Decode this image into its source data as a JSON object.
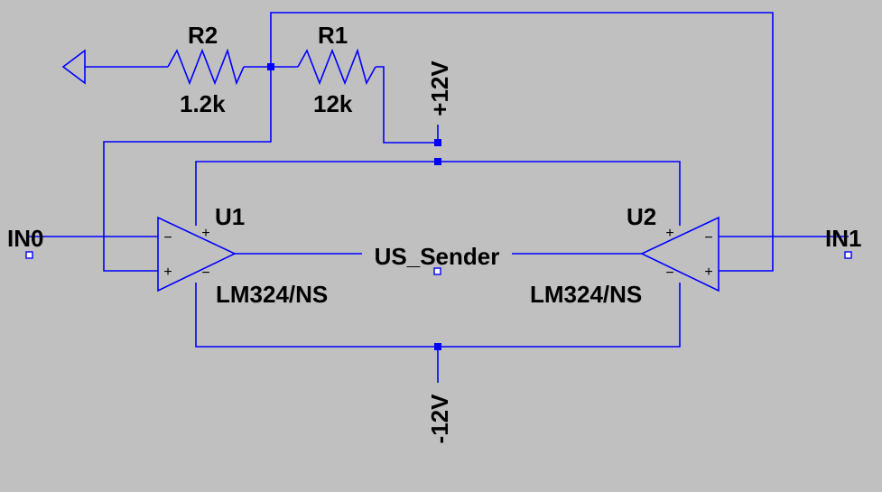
{
  "labels": {
    "r2_ref": "R2",
    "r2_val": "1.2k",
    "r1_ref": "R1",
    "r1_val": "12k",
    "vpos": "+12V",
    "vneg": "-12V",
    "in0": "IN0",
    "in1": "IN1",
    "u1_ref": "U1",
    "u1_part": "LM324/NS",
    "u2_ref": "U2",
    "u2_part": "LM324/NS",
    "net_out": "US_Sender"
  },
  "pins": {
    "minus": "−",
    "plus": "+"
  },
  "colors": {
    "background": "#c0c0c0",
    "wire": "#0000ff",
    "text": "#000000"
  }
}
